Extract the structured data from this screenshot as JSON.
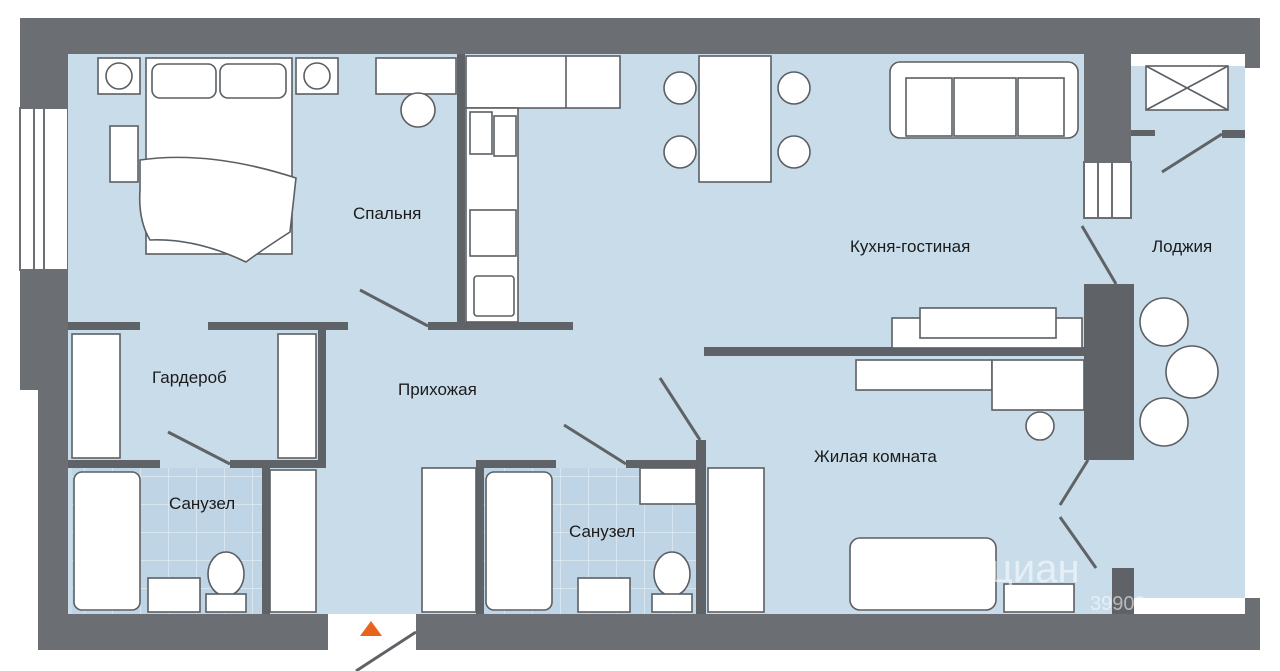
{
  "plan": {
    "rooms": [
      {
        "id": "bedroom",
        "label": "Спальня"
      },
      {
        "id": "kitchen_living",
        "label": "Кухня-гостиная"
      },
      {
        "id": "loggia",
        "label": "Лоджия"
      },
      {
        "id": "wardrobe",
        "label": "Гардероб"
      },
      {
        "id": "hallway",
        "label": "Прихожая"
      },
      {
        "id": "living_room",
        "label": "Жилая комната"
      },
      {
        "id": "bathroom_left",
        "label": "Санузел"
      },
      {
        "id": "bathroom_right",
        "label": "Санузел"
      }
    ],
    "watermark": {
      "brand": "циан",
      "code": "39902"
    },
    "colors": {
      "wall": "#6b6e72",
      "floor": "#c9dcea",
      "tile": "#bcd3e4",
      "furniture_fill": "#ffffff",
      "furniture_stroke": "#5b5f63",
      "entrance_marker": "#e8641c"
    }
  }
}
